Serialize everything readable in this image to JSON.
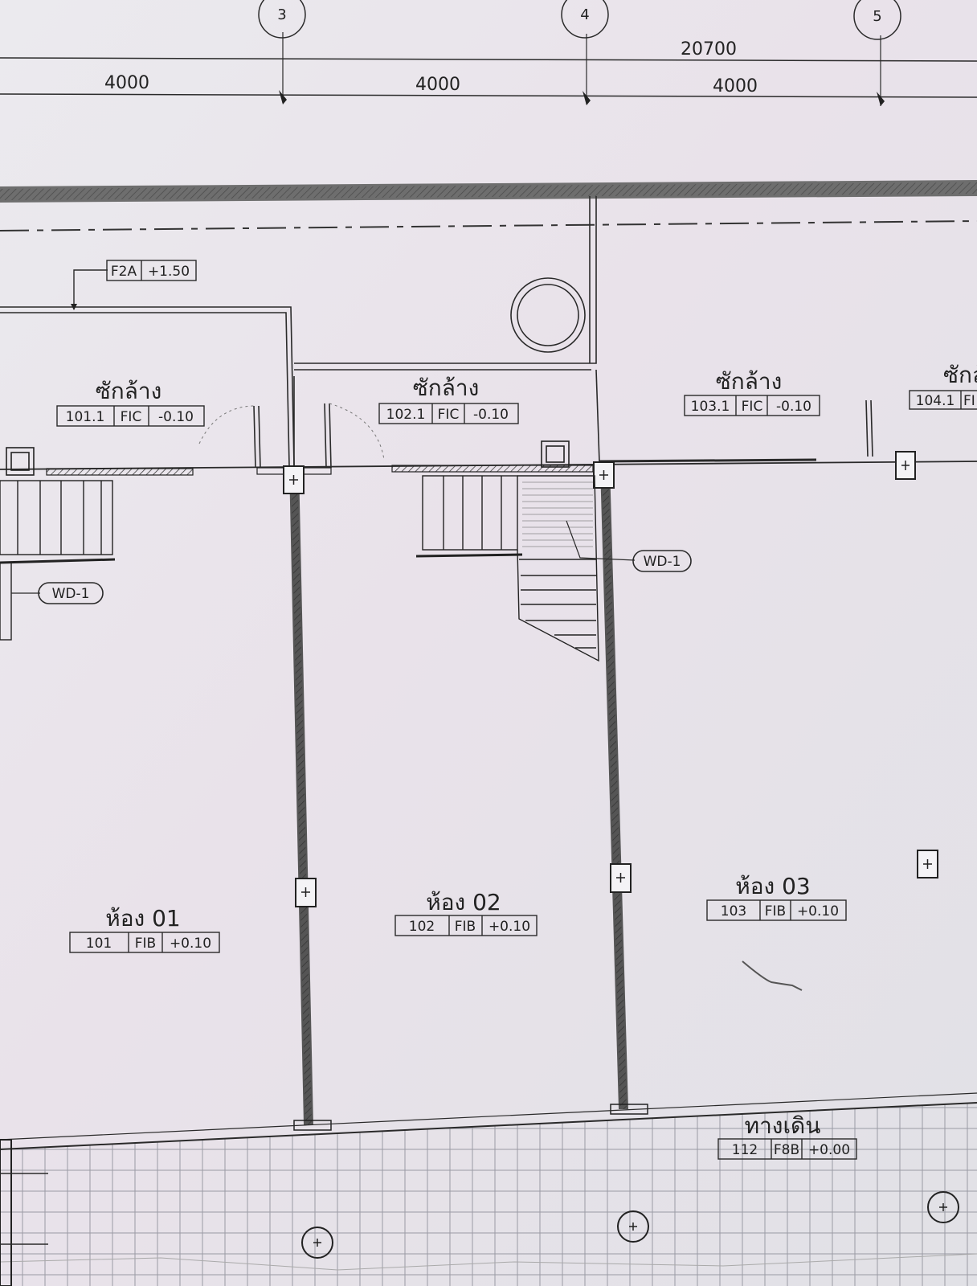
{
  "grid": {
    "axes": [
      {
        "label": "3"
      },
      {
        "label": "4"
      },
      {
        "label": "5"
      }
    ],
    "overall_dimension": "20700",
    "bay_dimensions": [
      "4000",
      "4000",
      "4000"
    ]
  },
  "level_tag": {
    "code": "F2A",
    "level": "+1.50"
  },
  "rooms": [
    {
      "name": "ซักล้าง",
      "number": "101.1",
      "finish": "FIC",
      "level": "-0.10"
    },
    {
      "name": "ซักล้าง",
      "number": "102.1",
      "finish": "FIC",
      "level": "-0.10"
    },
    {
      "name": "ซักล้าง",
      "number": "103.1",
      "finish": "FIC",
      "level": "-0.10"
    },
    {
      "name": "ซักล้",
      "number": "104.1",
      "finish": "FI",
      "level": ""
    },
    {
      "name": "ห้อง 01",
      "number": "101",
      "finish": "FIB",
      "level": "+0.10"
    },
    {
      "name": "ห้อง 02",
      "number": "102",
      "finish": "FIB",
      "level": "+0.10"
    },
    {
      "name": "ห้อง 03",
      "number": "103",
      "finish": "FIB",
      "level": "+0.10"
    },
    {
      "name": "ทางเดิน",
      "number": "112",
      "finish": "F8B",
      "level": "+0.00"
    }
  ],
  "stair_tags": [
    "WD-1",
    "WD-1"
  ]
}
